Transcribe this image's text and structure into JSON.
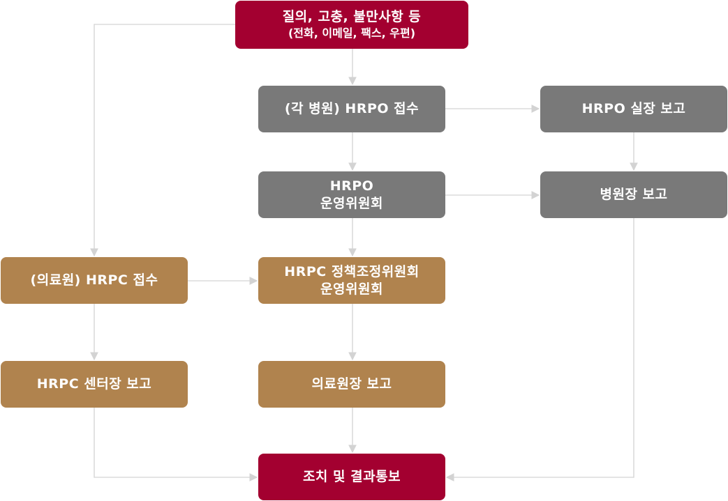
{
  "colors": {
    "red": "#a30030",
    "gray": "#797979",
    "brown": "#b0834e",
    "connector": "#d3d3d3"
  },
  "nodes": {
    "inquiry": {
      "line1": "질의, 고충, 불만사항 등",
      "line2": "(전화, 이메일, 팩스, 우편)"
    },
    "hrpo_receipt": {
      "label": "(각 병원) HRPO 접수"
    },
    "hrpo_chief_report": {
      "label": "HRPO 실장 보고"
    },
    "hrpo_committee": {
      "line1": "HRPO",
      "line2": "운영위원회"
    },
    "hospital_director_report": {
      "label": "병원장 보고"
    },
    "hrpc_receipt": {
      "label": "(의료원) HRPC 접수"
    },
    "hrpc_policy_committee": {
      "line1": "HRPC 정책조정위원회",
      "line2": "운영위원회"
    },
    "hrpc_center_report": {
      "label": "HRPC 센터장 보고"
    },
    "medical_center_chief_report": {
      "label": "의료원장 보고"
    },
    "action_result": {
      "label": "조치 및 결과통보"
    }
  }
}
